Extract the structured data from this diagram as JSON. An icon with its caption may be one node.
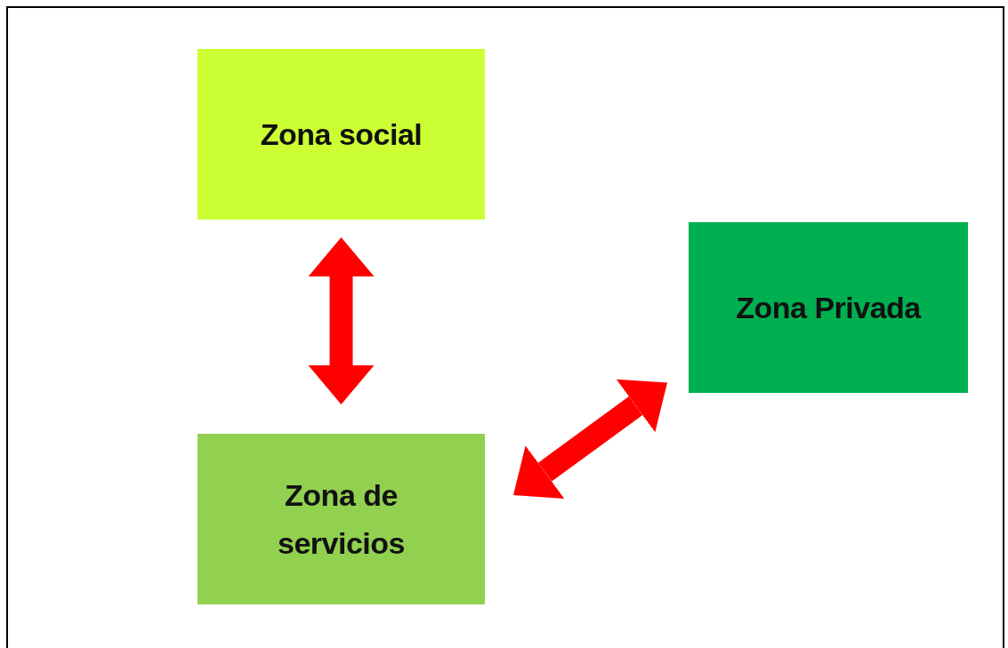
{
  "diagram": {
    "nodes": [
      {
        "text": [
          "Zona social"
        ]
      },
      {
        "text": [
          "Zona Privada"
        ]
      },
      {
        "text": [
          "Zona de servicios"
        ]
      }
    ],
    "edges": [
      {
        "from": 0,
        "to": 2,
        "arrow": "both"
      },
      {
        "from": 2,
        "to": 1,
        "arrow": "both"
      }
    ]
  }
}
